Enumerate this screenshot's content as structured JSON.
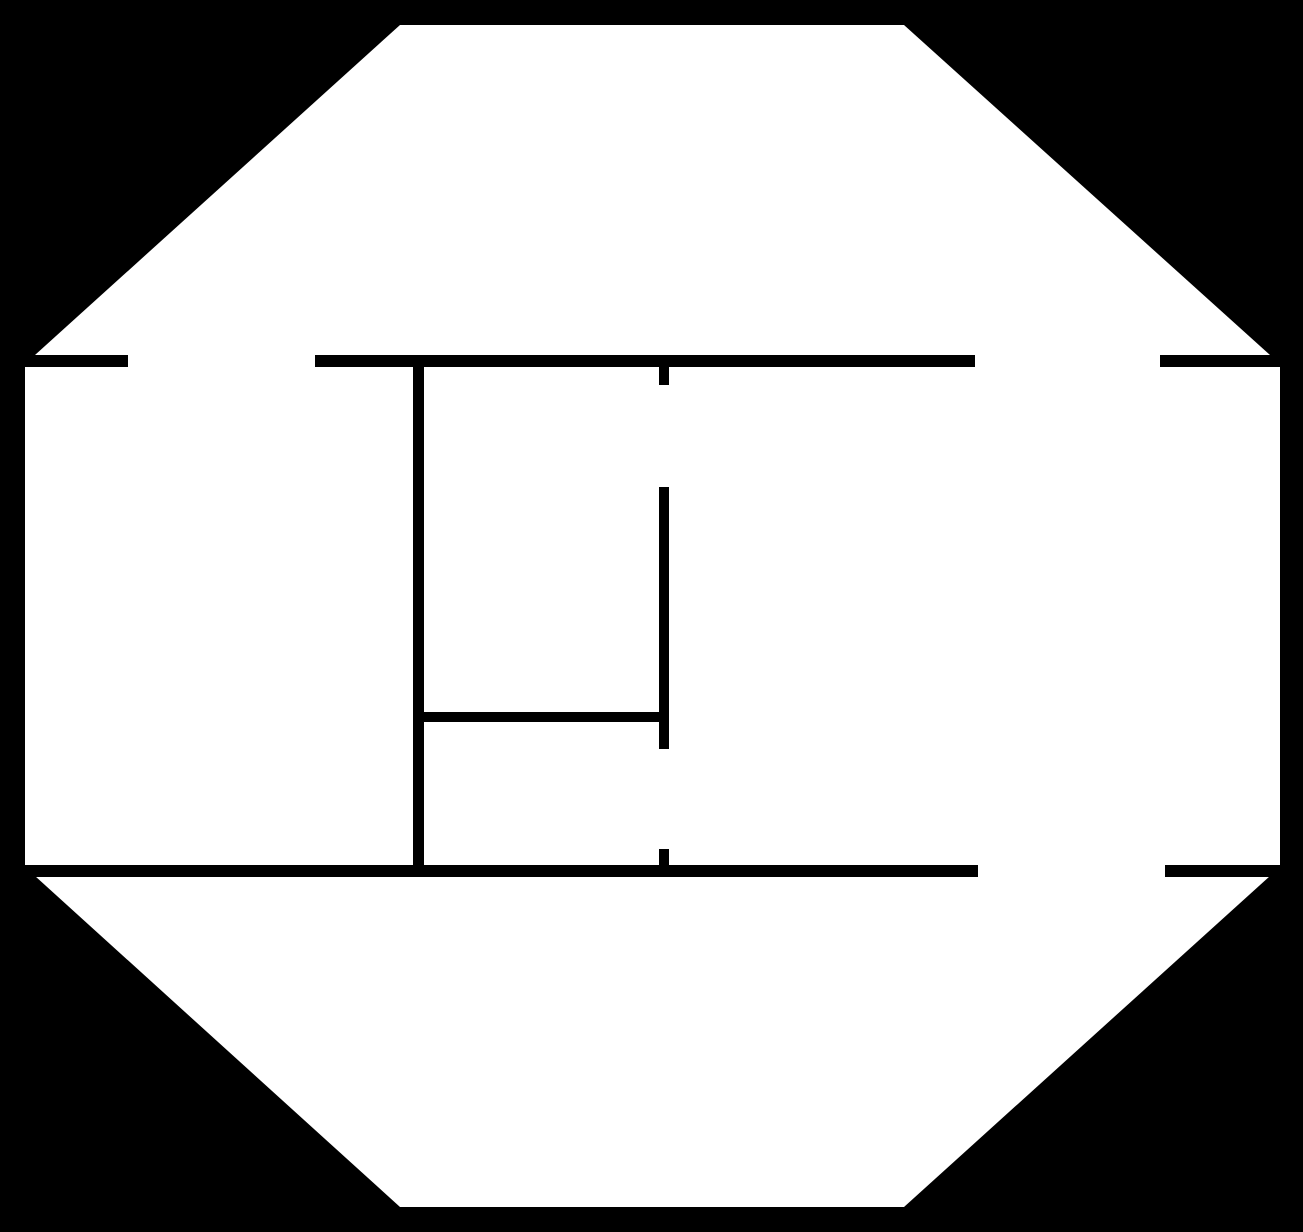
{
  "diagram": {
    "kind": "floor-plan",
    "colors": {
      "background": "#000000",
      "floor": "#ffffff",
      "wall": "#000000"
    },
    "shape": "octagon",
    "rooms": [
      {
        "id": "left-room"
      },
      {
        "id": "center-upper-room"
      },
      {
        "id": "center-lower-room"
      },
      {
        "id": "right-room"
      }
    ],
    "doorways": [
      {
        "id": "top-left-opening"
      },
      {
        "id": "top-right-opening"
      },
      {
        "id": "bottom-right-opening"
      },
      {
        "id": "center-top-opening"
      },
      {
        "id": "center-right-opening"
      },
      {
        "id": "center-bottom-opening"
      }
    ]
  }
}
